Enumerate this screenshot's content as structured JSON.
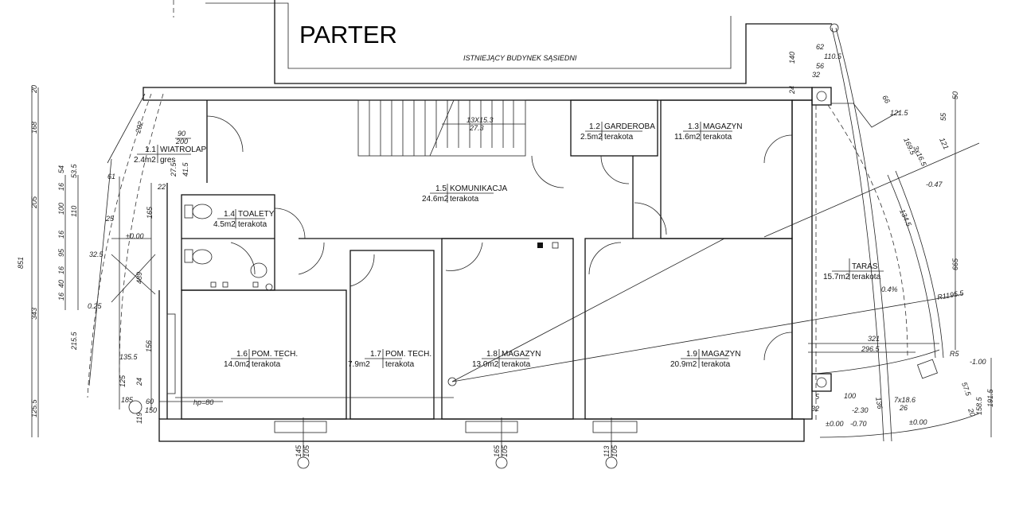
{
  "plan": {
    "title": "PARTER",
    "neighbor_label": "ISTNIEJĄCY BUDYNEK SĄSIEDNI",
    "stair_spec": [
      "13X15.3",
      "27.3"
    ],
    "door_spec": [
      "90",
      "200"
    ],
    "hp_label": "hp=80"
  },
  "rooms": [
    {
      "num": "1.1",
      "name": "WIATROLAP",
      "area": "2.4m2",
      "floor": "gres"
    },
    {
      "num": "1.2",
      "name": "GARDEROBA",
      "area": "2.5m2",
      "floor": "terakota"
    },
    {
      "num": "1.3",
      "name": "MAGAZYN",
      "area": "11.6m2",
      "floor": "terakota"
    },
    {
      "num": "1.4",
      "name": "TOALETY",
      "area": "4.5m2",
      "floor": "terakota"
    },
    {
      "num": "1.5",
      "name": "KOMUNIKACJA",
      "area": "24.6m2",
      "floor": "terakota"
    },
    {
      "num": "1.6",
      "name": "POM. TECH.",
      "area": "14.0m2",
      "floor": "terakota"
    },
    {
      "num": "1.7",
      "name": "POM. TECH.",
      "area": "7.9m2",
      "floor": "terakota"
    },
    {
      "num": "1.8",
      "name": "MAGAZYN",
      "area": "13.0m2",
      "floor": "terakota"
    },
    {
      "num": "1.9",
      "name": "MAGAZYN",
      "area": "20.9m2",
      "floor": "terakota"
    },
    {
      "num": "",
      "name": "TARAS",
      "area": "15.7m2",
      "floor": "terakota"
    }
  ],
  "windows": [
    {
      "top": "145",
      "bottom": "105"
    },
    {
      "top": "165",
      "bottom": "105"
    },
    {
      "top": "113",
      "bottom": "105"
    }
  ],
  "dims": [
    "20",
    "168",
    "205",
    "851",
    "343",
    "125.5",
    "54",
    "16",
    "100",
    "16",
    "95",
    "16",
    "40",
    "16",
    "53.5",
    "110",
    "27.5",
    "41.5",
    "22",
    "165",
    "489",
    "±0.00",
    "25",
    "32.5",
    "0.25",
    "215.5",
    "135.5",
    "156",
    "125",
    "24",
    "185",
    "60",
    "150",
    "119",
    "140",
    "62",
    "110.5",
    "56",
    "32",
    "24",
    "50",
    "66",
    "121.5",
    "55",
    "121",
    "169.5",
    "3x16.5",
    "-0.47",
    "134.5",
    "665",
    "0.4%",
    "R1195.5",
    "321",
    "296.5",
    "R5",
    "-1.00",
    "5",
    "100",
    "32",
    "-2.30",
    "±0.00",
    "-0.70",
    "±0.00",
    "191.5",
    "158.5",
    "57.5",
    "20",
    "136",
    "7x18.6",
    "26",
    "202",
    "61"
  ]
}
